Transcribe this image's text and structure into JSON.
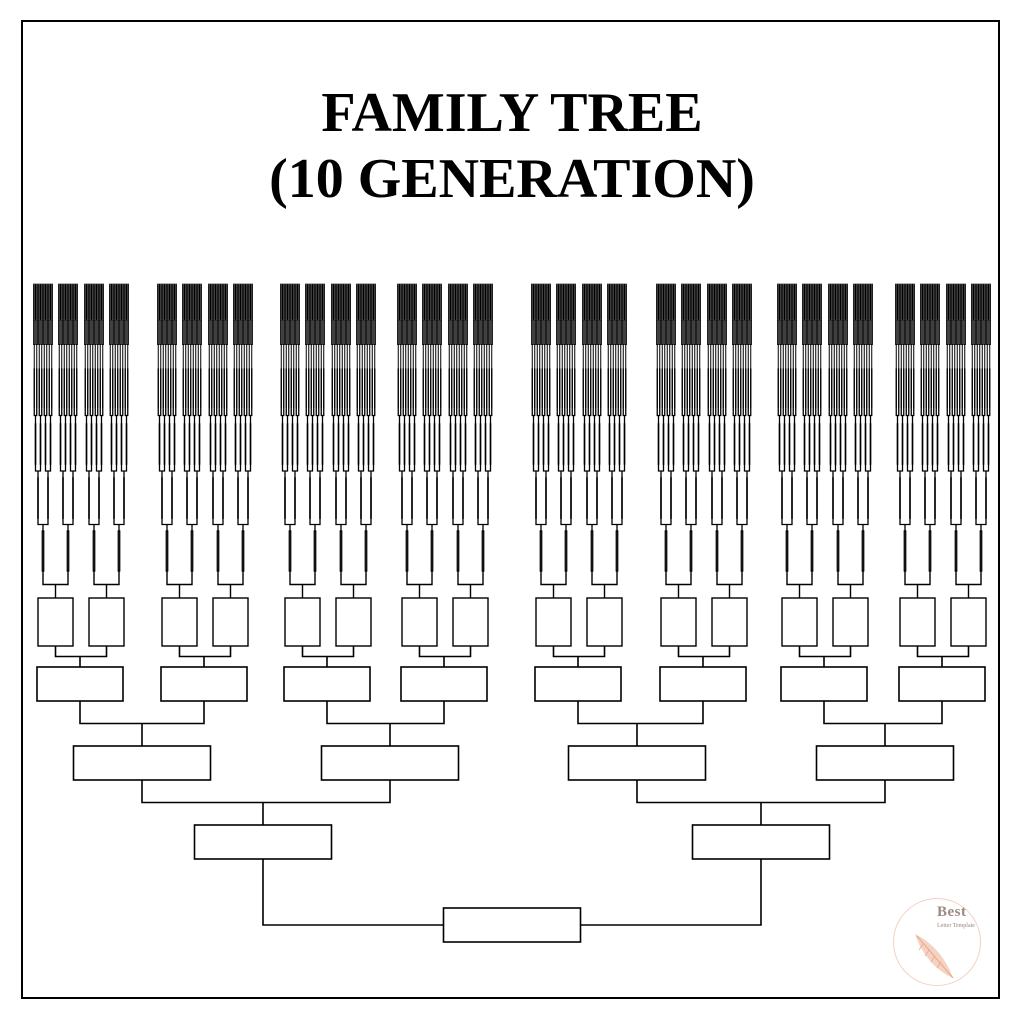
{
  "title": {
    "line1": "FAMILY TREE",
    "line2": "(10 GENERATION)"
  },
  "diagram": {
    "type": "ancestor-tree",
    "generations": 10,
    "box_labels": "empty"
  },
  "watermark": {
    "brand": "Best",
    "tagline": "Letter Template",
    "icon": "feather-icon",
    "color": "#9a8a82",
    "accent_color": "#f5d2c2"
  },
  "colors": {
    "line": "#000000",
    "background": "#ffffff"
  }
}
